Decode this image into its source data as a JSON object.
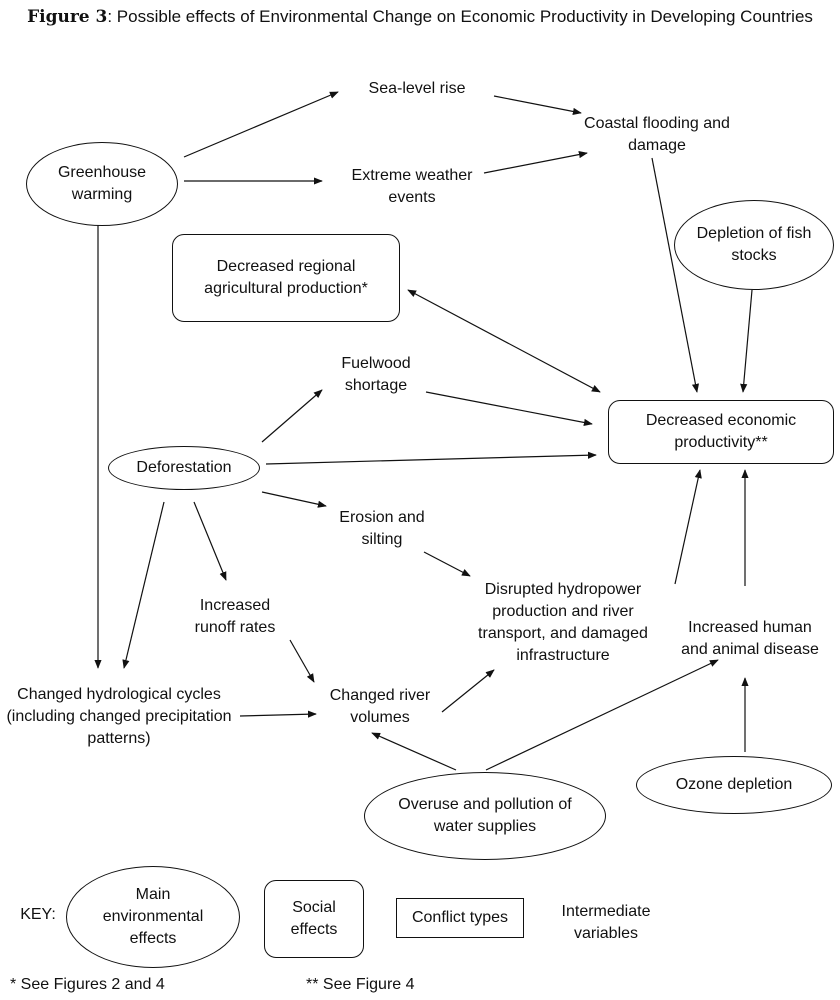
{
  "title": {
    "figure_label": "Figure 3",
    "text": ": Possible effects of Environmental Change on Economic Productivity in Developing Countries"
  },
  "nodes": {
    "greenhouse": "Greenhouse warming",
    "sea_level": "Sea-level rise",
    "coastal": "Coastal flooding and damage",
    "extreme_weather": "Extreme weather events",
    "fish": "Depletion of fish stocks",
    "agri": "Decreased regional agricultural production*",
    "fuelwood": "Fuelwood shortage",
    "productivity": "Decreased economic productivity**",
    "deforestation": "Deforestation",
    "erosion": "Erosion and silting",
    "hydropower": "Disrupted hydropower production and river transport, and damaged infrastructure",
    "runoff": "Increased runoff rates",
    "disease": "Increased human and animal disease",
    "hydro_cycles": "Changed hydrological cycles (including changed precipitation patterns)",
    "river_volumes": "Changed river volumes",
    "ozone": "Ozone depletion",
    "water": "Overuse and pollution of water supplies"
  },
  "key": {
    "label": "KEY:",
    "main_env": "Main environmental effects",
    "social": "Social effects",
    "conflict": "Conflict types",
    "intermediate": "Intermediate variables"
  },
  "footnotes": {
    "one": "* See Figures 2 and 4",
    "two": "** See Figure 4"
  }
}
